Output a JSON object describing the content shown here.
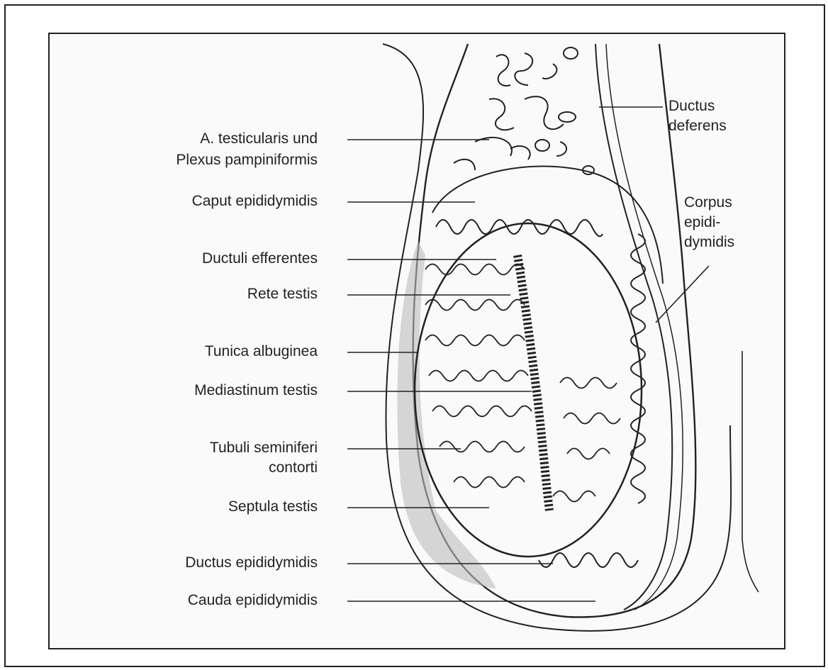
{
  "labels_left": {
    "testicularis_line1": "A. testicularis und",
    "testicularis_line2": "Plexus pampiniformis",
    "caput": "Caput epididymidis",
    "ductuli": "Ductuli efferentes",
    "rete": "Rete testis",
    "tunica": "Tunica albuginea",
    "mediastinum": "Mediastinum testis",
    "tubuli_line1": "Tubuli seminiferi",
    "tubuli_line2": "contorti",
    "septula": "Septula testis",
    "ductus_epid": "Ductus epididymidis",
    "cauda": "Cauda epididymidis"
  },
  "labels_right": {
    "deferens_line1": "Ductus",
    "deferens_line2": "deferens",
    "corpus_line1": "Corpus",
    "corpus_line2": "epidi-",
    "corpus_line3": "dymidis"
  }
}
